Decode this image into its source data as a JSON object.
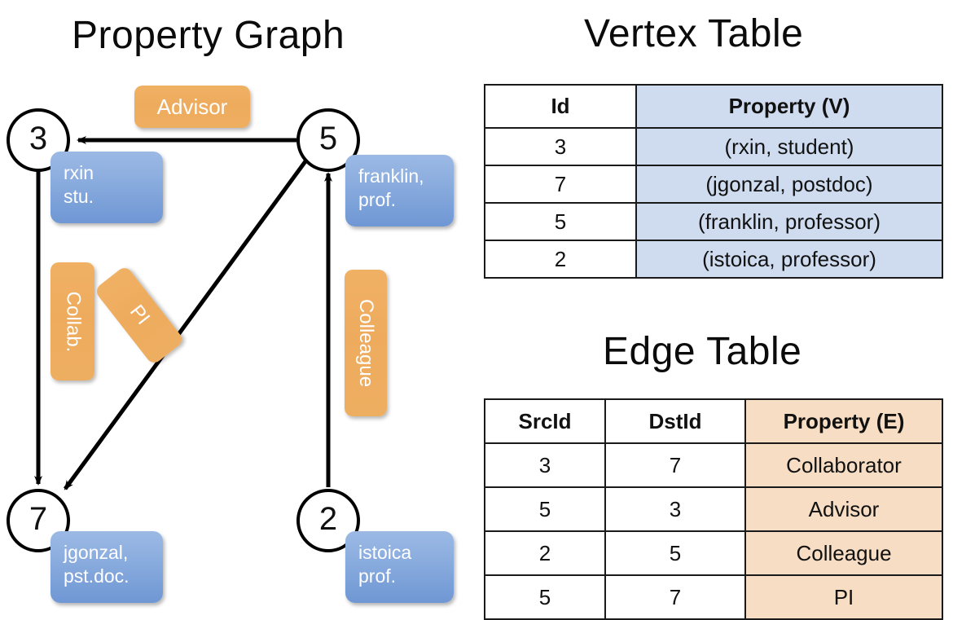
{
  "titles": {
    "property_graph": "Property Graph",
    "vertex_table": "Vertex Table",
    "edge_table": "Edge Table"
  },
  "colors": {
    "vertex_property_fill": "#cfdcef",
    "edge_property_fill": "#f7ddc3",
    "vertex_box_fill": "#8fb0e0",
    "edge_label_fill": "#eeab5d",
    "stroke": "#000000",
    "background": "#ffffff"
  },
  "graph": {
    "vertices": [
      {
        "id": "3",
        "label": "3",
        "property_line1": "rxin",
        "property_line2": "stu."
      },
      {
        "id": "5",
        "label": "5",
        "property_line1": "franklin,",
        "property_line2": "prof."
      },
      {
        "id": "7",
        "label": "7",
        "property_line1": "jgonzal,",
        "property_line2": "pst.doc."
      },
      {
        "id": "2",
        "label": "2",
        "property_line1": "istoica",
        "property_line2": "prof."
      }
    ],
    "edges": [
      {
        "src": "5",
        "dst": "3",
        "label": "Advisor"
      },
      {
        "src": "3",
        "dst": "7",
        "label": "Collab."
      },
      {
        "src": "5",
        "dst": "7",
        "label": "PI"
      },
      {
        "src": "2",
        "dst": "5",
        "label": "Colleague"
      }
    ]
  },
  "vertex_table": {
    "headers": [
      "Id",
      "Property (V)"
    ],
    "rows": [
      {
        "id": "3",
        "property": "(rxin, student)"
      },
      {
        "id": "7",
        "property": "(jgonzal, postdoc)"
      },
      {
        "id": "5",
        "property": "(franklin, professor)"
      },
      {
        "id": "2",
        "property": "(istoica, professor)"
      }
    ]
  },
  "edge_table": {
    "headers": [
      "SrcId",
      "DstId",
      "Property (E)"
    ],
    "rows": [
      {
        "src": "3",
        "dst": "7",
        "property": "Collaborator"
      },
      {
        "src": "5",
        "dst": "3",
        "property": "Advisor"
      },
      {
        "src": "2",
        "dst": "5",
        "property": "Colleague"
      },
      {
        "src": "5",
        "dst": "7",
        "property": "PI"
      }
    ]
  }
}
